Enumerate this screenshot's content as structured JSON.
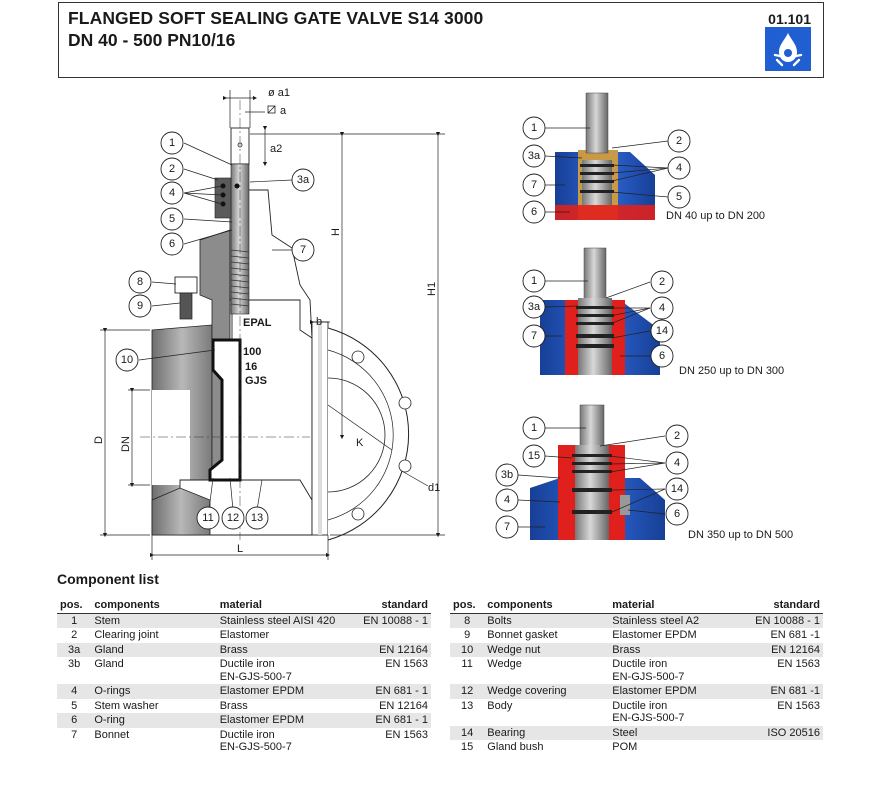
{
  "header": {
    "title_line1": "FLANGED SOFT SEALING GATE VALVE S14 3000",
    "title_line2": "DN 40 - 500 PN10/16",
    "doc_number": "01.101"
  },
  "drawing": {
    "dim_labels": {
      "a1": "ø a1",
      "a": "a",
      "a2": "a2",
      "H": "H",
      "H1": "H1",
      "b": "b",
      "D": "D",
      "DN": "DN",
      "K": "K",
      "d1": "d1",
      "L": "L"
    },
    "body_text": {
      "brand": "EPAL",
      "size": "100",
      "pn": "16",
      "material": "GJS"
    },
    "main_callouts": [
      "1",
      "2",
      "3a",
      "4",
      "5",
      "6",
      "7",
      "8",
      "9",
      "10",
      "11",
      "12",
      "13"
    ],
    "detail1": {
      "caption": "DN 40 up to DN 200",
      "callouts": [
        "1",
        "3a",
        "7",
        "6",
        "2",
        "4",
        "5"
      ]
    },
    "detail2": {
      "caption": "DN 250 up to DN 300",
      "callouts": [
        "1",
        "3a",
        "7",
        "2",
        "4",
        "14",
        "6"
      ]
    },
    "detail3": {
      "caption": "DN 350 up to DN 500",
      "callouts": [
        "1",
        "15",
        "3b",
        "4",
        "7",
        "2",
        "4",
        "14",
        "6"
      ]
    }
  },
  "component_list": {
    "title": "Component list",
    "headers": {
      "pos": "pos.",
      "components": "components",
      "material": "material",
      "standard": "standard"
    },
    "left": [
      {
        "pos": "1",
        "component": "Stem",
        "material": "Stainless steel AISI 420",
        "material2": "",
        "standard": "EN 10088 - 1"
      },
      {
        "pos": "2",
        "component": "Clearing joint",
        "material": "Elastomer",
        "material2": "",
        "standard": ""
      },
      {
        "pos": "3a",
        "component": "Gland",
        "material": "Brass",
        "material2": "",
        "standard": "EN 12164"
      },
      {
        "pos": "3b",
        "component": "Gland",
        "material": "Ductile iron",
        "material2": "EN-GJS-500-7",
        "standard": "EN 1563"
      },
      {
        "pos": "4",
        "component": "O-rings",
        "material": "Elastomer EPDM",
        "material2": "",
        "standard": "EN 681 - 1"
      },
      {
        "pos": "5",
        "component": "Stem washer",
        "material": "Brass",
        "material2": "",
        "standard": "EN 12164"
      },
      {
        "pos": "6",
        "component": "O-ring",
        "material": "Elastomer EPDM",
        "material2": "",
        "standard": "EN 681 - 1"
      },
      {
        "pos": "7",
        "component": "Bonnet",
        "material": "Ductile iron",
        "material2": "EN-GJS-500-7",
        "standard": "EN 1563"
      }
    ],
    "right": [
      {
        "pos": "8",
        "component": "Bolts",
        "material": "Stainless steel A2",
        "material2": "",
        "standard": "EN 10088 - 1"
      },
      {
        "pos": "9",
        "component": "Bonnet gasket",
        "material": "Elastomer EPDM",
        "material2": "",
        "standard": "EN 681 -1"
      },
      {
        "pos": "10",
        "component": "Wedge nut",
        "material": "Brass",
        "material2": "",
        "standard": "EN 12164"
      },
      {
        "pos": "11",
        "component": "Wedge",
        "material": "Ductile iron",
        "material2": "EN-GJS-500-7",
        "standard": "EN 1563"
      },
      {
        "pos": "12",
        "component": "Wedge covering",
        "material": "Elastomer EPDM",
        "material2": "",
        "standard": "EN 681 -1"
      },
      {
        "pos": "13",
        "component": "Body",
        "material": "Ductile iron",
        "material2": "EN-GJS-500-7",
        "standard": "EN 1563"
      },
      {
        "pos": "14",
        "component": "Bearing",
        "material": "Steel",
        "material2": "",
        "standard": "ISO 20516"
      },
      {
        "pos": "15",
        "component": "Gland bush",
        "material": "POM",
        "material2": "",
        "standard": ""
      }
    ]
  },
  "colors": {
    "logo_blue": "#1f5fd1",
    "valve_blue": "#1d4fb8",
    "seal_red": "#e0201c",
    "brass": "#b88a3a",
    "iron_grey": "#9a9a9a",
    "row_shade": "#e6e6e6"
  },
  "icons": {
    "logo": "water-drop-valve-logo-icon"
  }
}
